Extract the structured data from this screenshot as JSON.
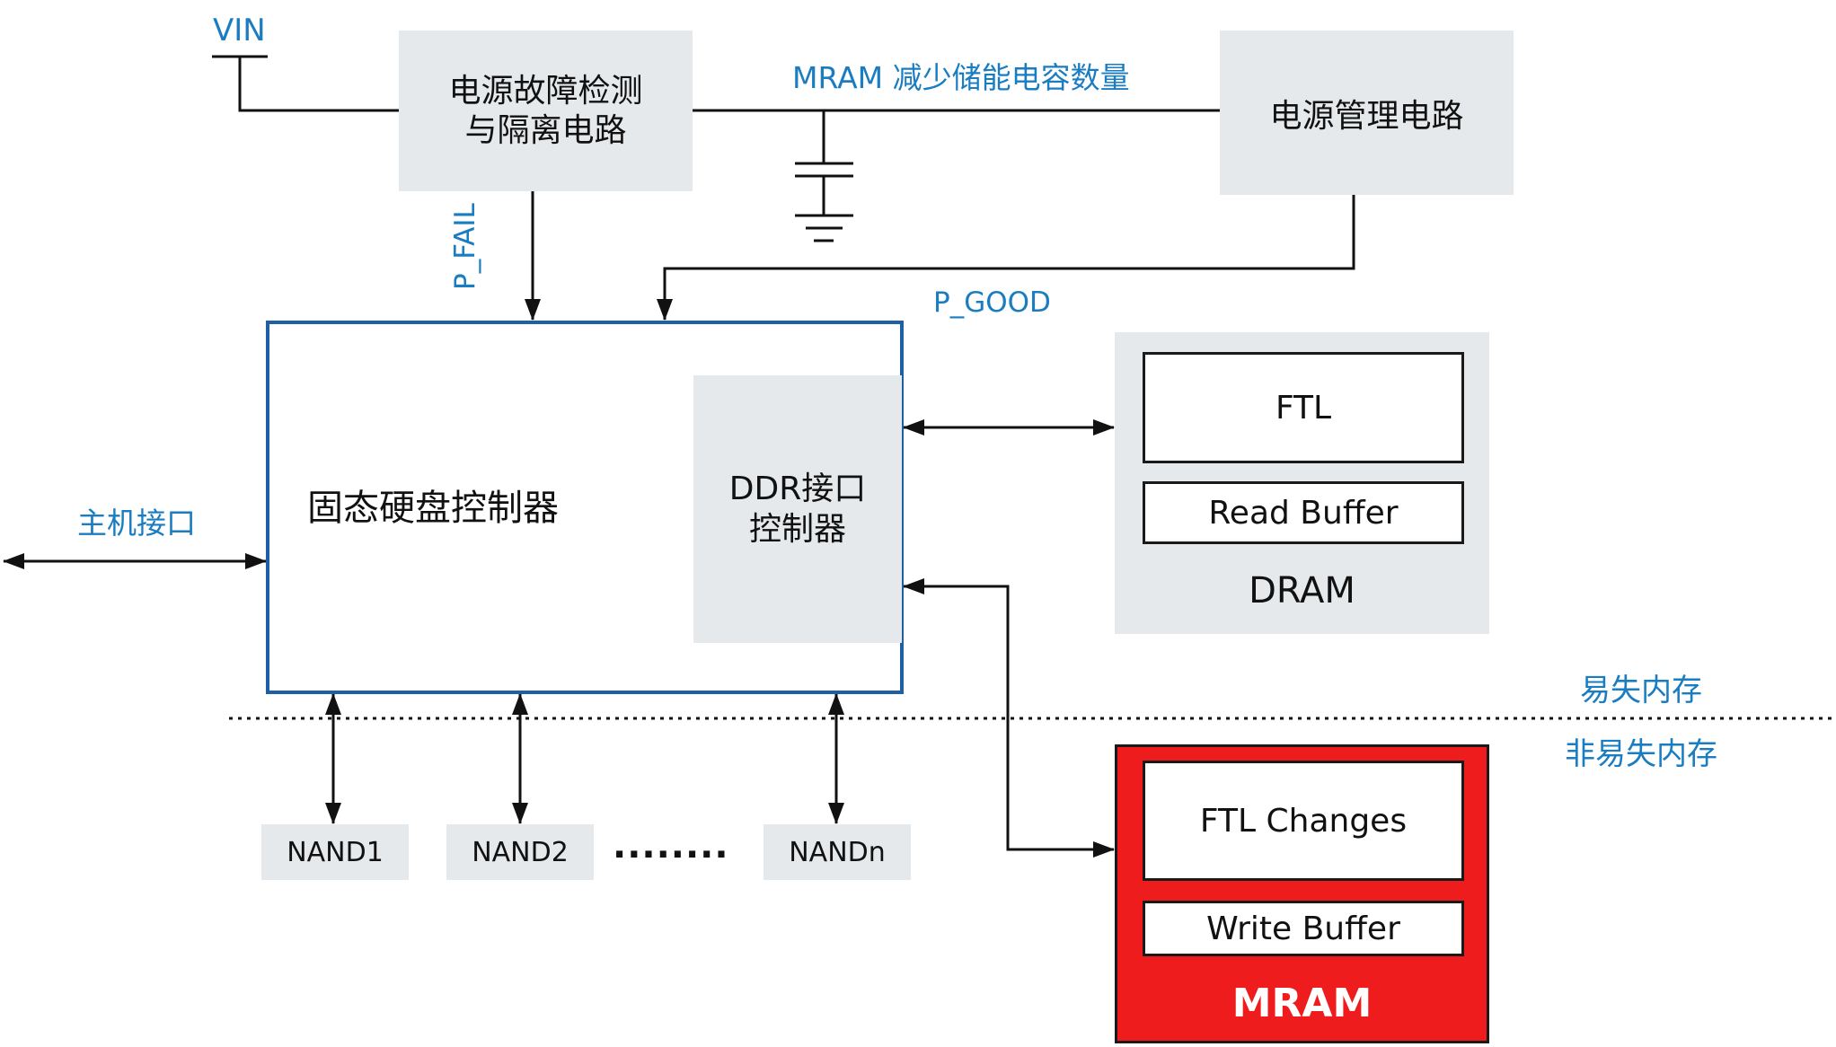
{
  "power": {
    "vin": "VIN",
    "fault_detect_line1": "电源故障检测",
    "fault_detect_line2": "与隔离电路",
    "mram_note": "MRAM 减少储能电容数量",
    "pmic": "电源管理电路",
    "p_fail": "P_FAIL",
    "p_good": "P_GOOD"
  },
  "controller": {
    "title": "固态硬盘控制器",
    "ddr_line1": "DDR接口",
    "ddr_line2": "控制器",
    "host_interface": "主机接口"
  },
  "dram": {
    "label": "DRAM",
    "ftl": "FTL",
    "read_buffer": "Read Buffer"
  },
  "mram": {
    "label": "MRAM",
    "ftl_changes": "FTL Changes",
    "write_buffer": "Write Buffer"
  },
  "memory_split": {
    "volatile": "易失内存",
    "nonvolatile": "非易失内存"
  },
  "nand": {
    "items": [
      "NAND1",
      "NAND2",
      "NANDn"
    ],
    "ellipsis": "........"
  },
  "colors": {
    "accent_blue": "#1a7cc1",
    "controller_border": "#1f5fa6",
    "block_gray": "#e6e9ec",
    "mram_red": "#ee1c1c"
  }
}
